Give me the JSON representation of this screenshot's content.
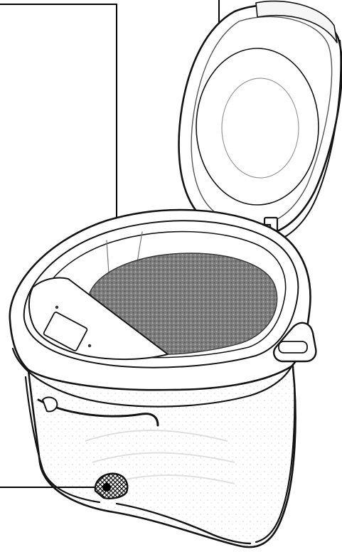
{
  "figure": {
    "subject": "electric-thermo-pot-illustration",
    "callouts": [
      {
        "name": "callout-lid-inner-plate",
        "target": "lid-inner-plate"
      },
      {
        "name": "callout-inner-container",
        "target": "inner-container-water"
      },
      {
        "name": "callout-front-button",
        "target": "front-button"
      }
    ]
  },
  "colors": {
    "background": "#ffffff",
    "line": "#141414",
    "shade": "#8a8a8a",
    "leader": "#000000"
  }
}
